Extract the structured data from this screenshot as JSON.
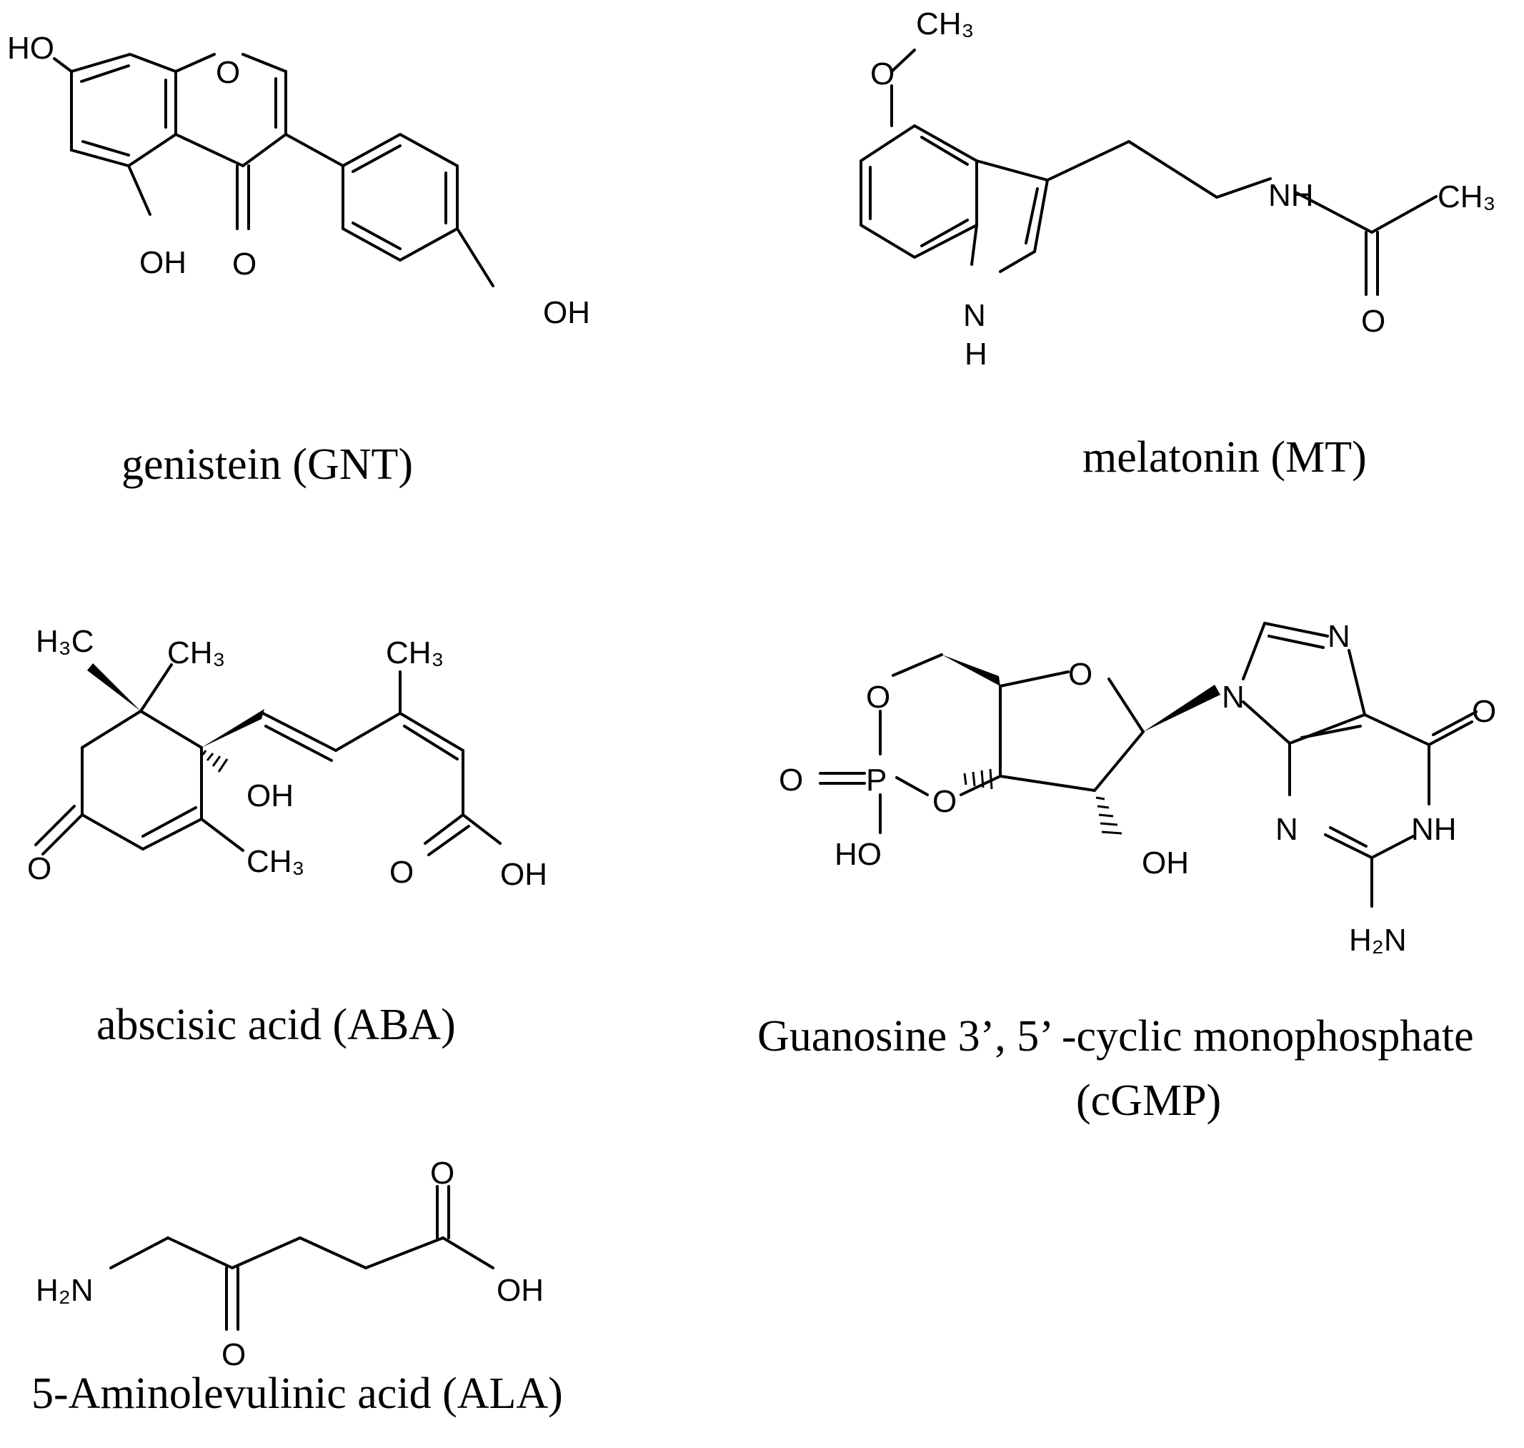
{
  "compounds": [
    {
      "caption": "genistein (GNT)",
      "labels": [
        "HO",
        "O",
        "OH",
        "O",
        "OH"
      ]
    },
    {
      "caption": "melatonin (MT)",
      "labels": [
        "CH₃",
        "O",
        "NH",
        "CH₃",
        "O",
        "N",
        "H"
      ]
    },
    {
      "caption": "abscisic acid (ABA)",
      "labels": [
        "H₃C",
        "CH₃",
        "CH₃",
        "OH",
        "O",
        "CH₃",
        "O",
        "OH"
      ]
    },
    {
      "caption": "Guanosine 3’, 5’ -cyclic monophosphate",
      "caption2": "(cGMP)",
      "labels": [
        "N",
        "O",
        "O",
        "N",
        "O",
        "O",
        "P",
        "O",
        "HO",
        "OH",
        "N",
        "NH",
        "H₂N"
      ]
    },
    {
      "caption": "5-Aminolevulinic acid (ALA)",
      "labels": [
        "O",
        "H₂N",
        "OH",
        "O"
      ]
    }
  ]
}
